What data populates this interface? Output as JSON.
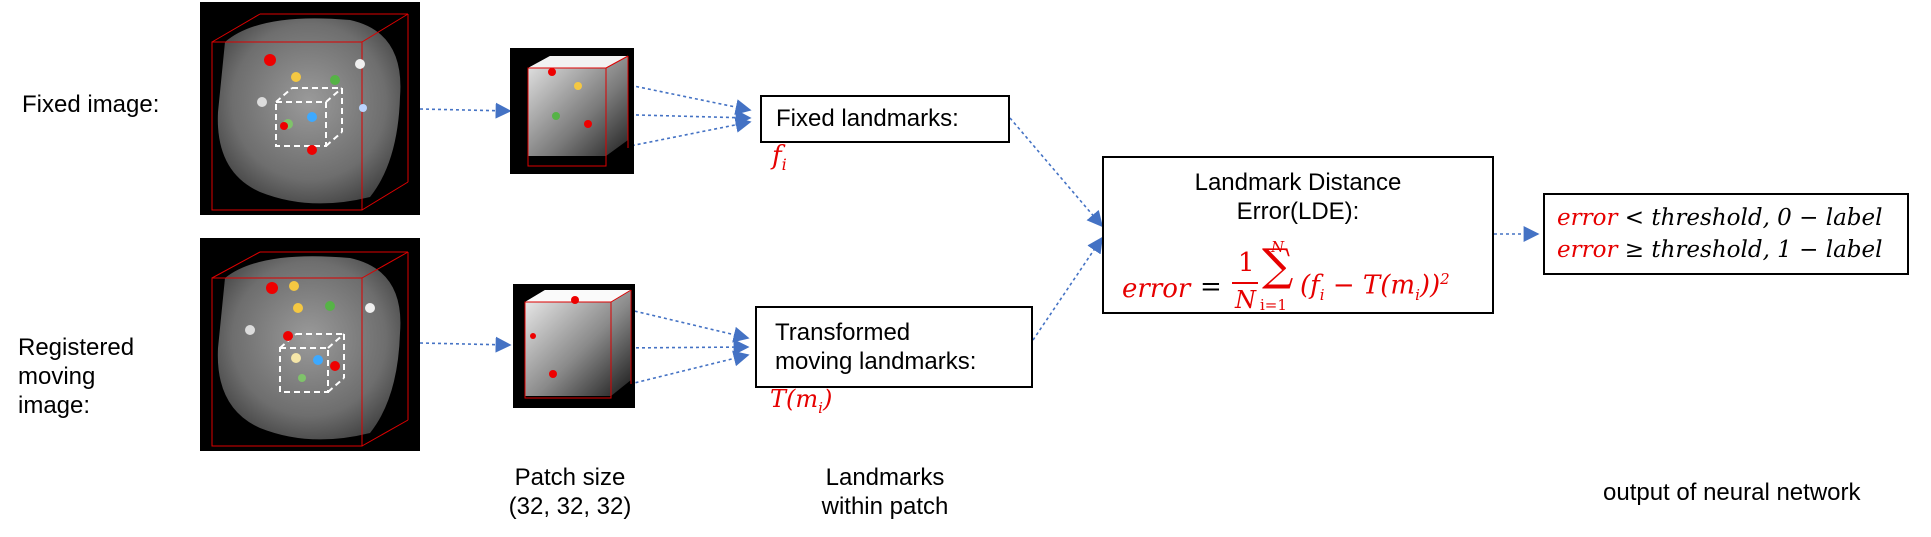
{
  "labels": {
    "fixed_image": "Fixed image:",
    "registered_moving": [
      "Registered",
      "moving",
      "image:"
    ],
    "patch_size": [
      "Patch size",
      "(32, 32, 32)"
    ],
    "landmarks_within": [
      "Landmarks",
      "within patch"
    ],
    "output": "output of neural network"
  },
  "boxes": {
    "fixed_landmarks": "Fixed landmarks:",
    "transformed_moving": [
      "Transformed",
      "moving landmarks:"
    ],
    "lde_title": [
      "Landmark Distance",
      "Error(LDE):"
    ]
  },
  "symbols": {
    "f_i": "f",
    "f_i_sub": "i",
    "T_m": "T(m",
    "T_m_sub": "i",
    "T_m_close": ")"
  },
  "formula": {
    "lhs": "error",
    "eq": "=",
    "num": "1",
    "den": "N",
    "sum_top": "N",
    "sum_sym": "∑",
    "sum_bottom": "i=1",
    "body_open": "(f",
    "body_sub": "i",
    "body_mid": " − T(m",
    "body_sub2": "i",
    "body_close": "))",
    "power": "2"
  },
  "output_lines": [
    {
      "err": "error",
      "rel": " < ",
      "rest": "threshold, 0 − label"
    },
    {
      "err": "error",
      "rel": " ≥ ",
      "rest": "threshold, 1 − label"
    }
  ],
  "colors": {
    "red": "#e60000",
    "arrow": "#4472c4"
  },
  "icons": [
    "ct-volume-fixed",
    "ct-volume-moving",
    "patch-fixed",
    "patch-moving"
  ]
}
